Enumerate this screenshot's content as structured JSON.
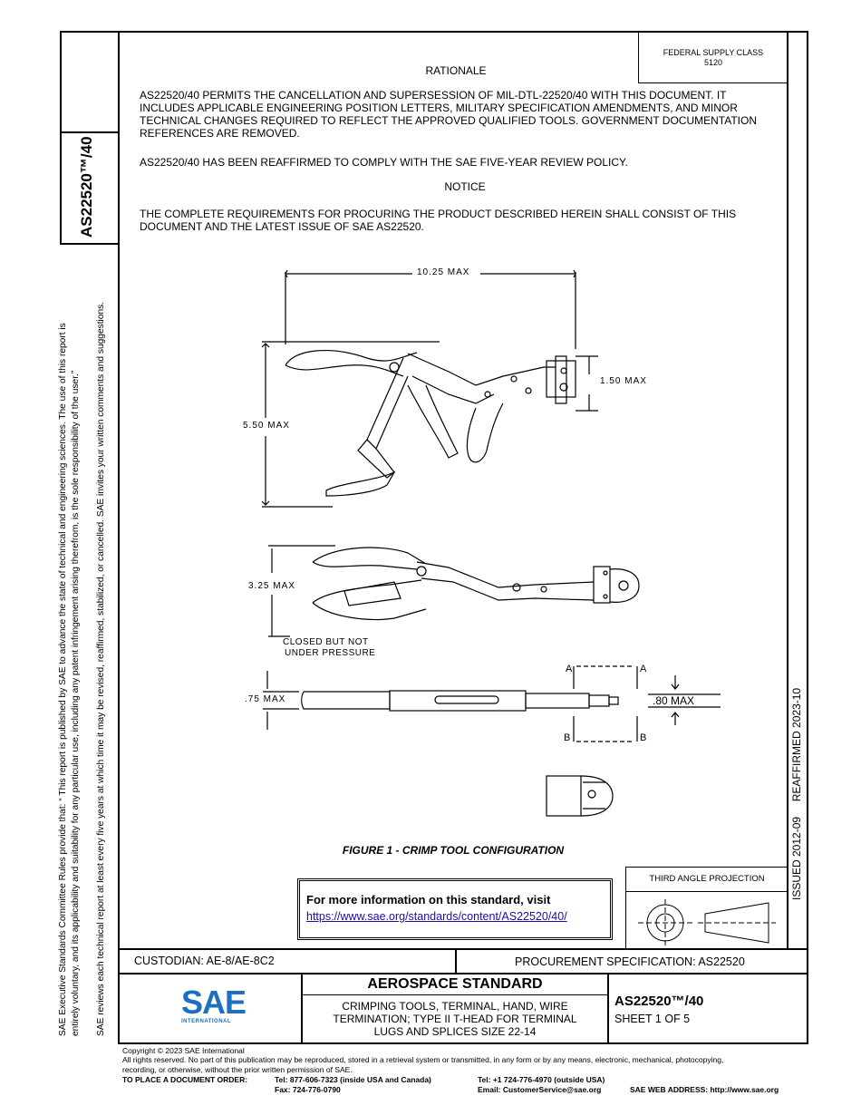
{
  "header": {
    "fsc_label": "FEDERAL SUPPLY CLASS",
    "fsc_value": "5120",
    "doc_number_vertical": "AS22520™/40"
  },
  "left_margin": {
    "line1": "SAE Executive Standards Committee Rules provide that: “  This report is published by SAE to advance the state of technical and engineering sciences. The use of this report is",
    "line2": "entirely voluntary, and its applicability and suitability for any particular use, including any patent infringement arising therefrom, is the sole responsibility of the user.”",
    "line3": "SAE reviews each technical report at least every five years at which time it may be revised, reaffirmed, stabilized, or cancelled. SAE invites your written comments and suggestions."
  },
  "right_margin": {
    "dates": "ISSUED 2012-09     REAFFIRMED 2023-10"
  },
  "body": {
    "rationale_title": "RATIONALE",
    "rationale_p1": "AS22520/40 PERMITS THE CANCELLATION AND SUPERSESSION OF MIL-DTL-22520/40 WITH THIS DOCUMENT. IT INCLUDES APPLICABLE ENGINEERING POSITION LETTERS, MILITARY SPECIFICATION AMENDMENTS, AND MINOR TECHNICAL CHANGES REQUIRED TO REFLECT THE APPROVED QUALIFIED TOOLS. GOVERNMENT DOCUMENTATION REFERENCES ARE REMOVED.",
    "rationale_p2": "AS22520/40 HAS BEEN REAFFIRMED TO COMPLY WITH THE SAE FIVE-YEAR REVIEW POLICY.",
    "notice_title": "NOTICE",
    "notice_p": "THE COMPLETE REQUIREMENTS FOR PROCURING THE PRODUCT DESCRIBED HEREIN SHALL CONSIST OF THIS DOCUMENT AND THE LATEST ISSUE OF SAE AS22520."
  },
  "figure": {
    "dim_length": "10.25  MAX",
    "dim_height": "5.50  MAX",
    "dim_head": "1.50  MAX",
    "dim_closed": "3.25  MAX",
    "closed_note_1": "CLOSED  BUT  NOT",
    "closed_note_2": "UNDER  PRESSURE",
    "dim_thickness": ".75  MAX",
    "dim_head_width": ".80 MAX",
    "section_a": "A",
    "section_b": "B",
    "caption": "FIGURE 1 - CRIMP TOOL CONFIGURATION"
  },
  "info_box": {
    "text": "For more information on this standard, visit",
    "link": "https://www.sae.org/standards/content/AS22520/40/"
  },
  "projection": {
    "label": "THIRD ANGLE PROJECTION"
  },
  "title_block": {
    "custodian": "CUSTODIAN: AE-8/AE-8C2",
    "procurement": "PROCUREMENT SPECIFICATION: AS22520",
    "logo_text": "SAE",
    "logo_sub": "INTERNATIONAL",
    "standard_type": "AEROSPACE STANDARD",
    "title_line1": "CRIMPING TOOLS, TERMINAL, HAND, WIRE",
    "title_line2": "TERMINATION; TYPE II T-HEAD FOR TERMINAL",
    "title_line3": "LUGS AND SPLICES SIZE 22-14",
    "doc_number": "AS22520™/40",
    "sheet": "SHEET 1 OF 5"
  },
  "footer": {
    "copyright": "Copyright © 2023 SAE International",
    "rights": "All rights reserved. No part of this publication may be reproduced, stored in a retrieval system or transmitted, in any form or by any means, electronic, mechanical, photocopying,",
    "rights2": "recording, or otherwise, without the prior written permission of SAE.",
    "order_label": "TO PLACE A DOCUMENT ORDER:",
    "tel_us": "Tel: 877-606-7323 (inside USA and Canada)",
    "fax": "Fax: 724-776-0790",
    "tel_intl": "Tel: +1 724-776-4970 (outside USA)",
    "email": "Email: CustomerService@sae.org",
    "web": "SAE WEB ADDRESS: http://www.sae.org"
  }
}
